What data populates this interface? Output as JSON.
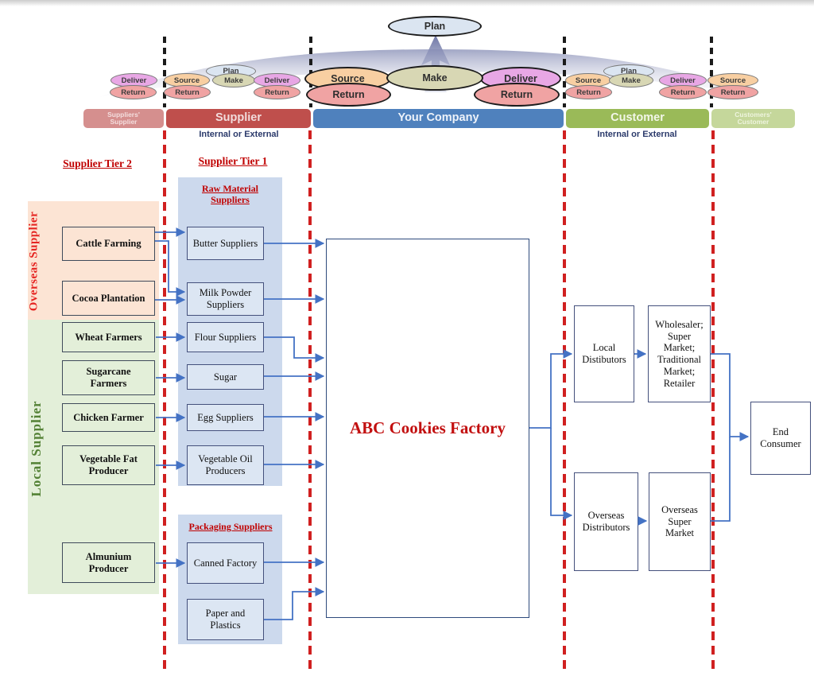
{
  "colors": {
    "arrow_blue": "#4472c4",
    "red_dash": "#d02020",
    "black_dash": "#1b1b1b",
    "band_suppliers_supplier": "#d58f8e",
    "band_supplier": "#bf4f4c",
    "band_your_company": "#4f81bd",
    "band_customer": "#9aba58",
    "band_customers_customer": "#c5d79b",
    "oval_plan": "#dbe5f1",
    "oval_source": "#f8cfa2",
    "oval_make": "#d8d7b4",
    "oval_deliver": "#e8a7e5",
    "oval_return": "#f0a3a3",
    "panel_overseas": "#fce4d4",
    "panel_local": "#e3efd9",
    "panel_tier1": "#ccd9ed",
    "heading_red": "#c00000",
    "factory_red": "#c21010",
    "overseas_label_red": "#e52421",
    "local_label_green": "#538135"
  },
  "scor": {
    "top_plan": "Plan",
    "labels": {
      "plan": "Plan",
      "source": "Source",
      "make": "Make",
      "deliver": "Deliver",
      "return": "Return"
    },
    "bands": {
      "suppliers_supplier": {
        "line1": "Suppliers'",
        "line2": "Supplier"
      },
      "supplier": "Supplier",
      "your_company": "Your Company",
      "customer": "Customer",
      "customers_customer": {
        "line1": "Customers'",
        "line2": "Customer"
      }
    },
    "internal_or_external": "Internal or External"
  },
  "diagram": {
    "headings": {
      "tier2": "Supplier Tier 2",
      "tier1": "Supplier Tier 1",
      "raw_material": "Raw Material Suppliers",
      "packaging": "Packaging Suppliers"
    },
    "group_labels": {
      "overseas": "Overseas Supplier",
      "local": "Local Supplier"
    },
    "tier2_boxes": [
      {
        "label": "Cattle Farming"
      },
      {
        "label": "Cocoa Plantation"
      },
      {
        "label": "Wheat Farmers"
      },
      {
        "label": "Sugarcane Farmers"
      },
      {
        "label": "Chicken Farmer"
      },
      {
        "label": "Vegetable Fat Producer"
      },
      {
        "label": "Almunium Producer"
      }
    ],
    "tier1_boxes": [
      {
        "label": "Butter Suppliers"
      },
      {
        "label": "Milk Powder Suppliers"
      },
      {
        "label": "Flour Suppliers"
      },
      {
        "label": "Sugar"
      },
      {
        "label": "Egg Suppliers"
      },
      {
        "label": "Vegetable Oil Producers"
      },
      {
        "label": "Canned Factory"
      },
      {
        "label": "Paper and Plastics"
      }
    ],
    "factory_label": "ABC Cookies Factory",
    "distributors": [
      {
        "label": "Local Distibutors"
      },
      {
        "label": "Wholesaler; Super Market; Traditional Market; Retailer"
      },
      {
        "label": "Overseas Distributors"
      },
      {
        "label": "Overseas Super Market"
      }
    ],
    "end_consumer": "End Consumer"
  }
}
